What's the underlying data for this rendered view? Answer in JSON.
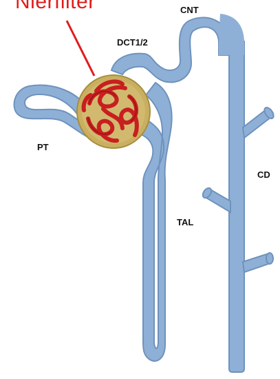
{
  "title": "Nierfilter",
  "colors": {
    "tubule_fill": "#8fb0d6",
    "tubule_stroke": "#6e92bd",
    "glomerulus_capsule": "#c8b060",
    "capillary_red": "#c81f1f",
    "pointer_line": "#e11b1b"
  },
  "labels": {
    "cnt": "CNT",
    "dct": "DCT1/2",
    "pt": "PT",
    "cd": "CD",
    "tal": "TAL"
  }
}
